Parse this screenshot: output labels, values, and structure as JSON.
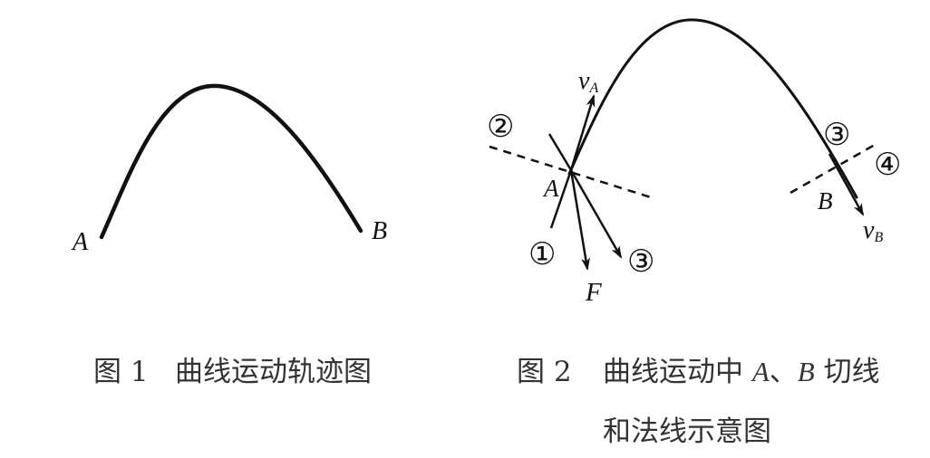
{
  "figure1": {
    "label_a": "A",
    "label_b": "B",
    "caption_num": "图 1",
    "caption_text": "曲线运动轨迹图"
  },
  "figure2": {
    "label_a": "A",
    "label_b": "B",
    "label_va": "v",
    "label_va_sub": "A",
    "label_vb": "v",
    "label_vb_sub": "B",
    "label_f": "F",
    "circle_1": "①",
    "circle_2": "②",
    "circle_3_a": "③",
    "circle_3_b": "③",
    "circle_4": "④",
    "caption_num": "图 2",
    "caption_part1": "曲线运动中 ",
    "caption_a": "A",
    "caption_sep": "、",
    "caption_b": "B",
    "caption_part2": " 切线",
    "caption_line2": "和法线示意图"
  }
}
